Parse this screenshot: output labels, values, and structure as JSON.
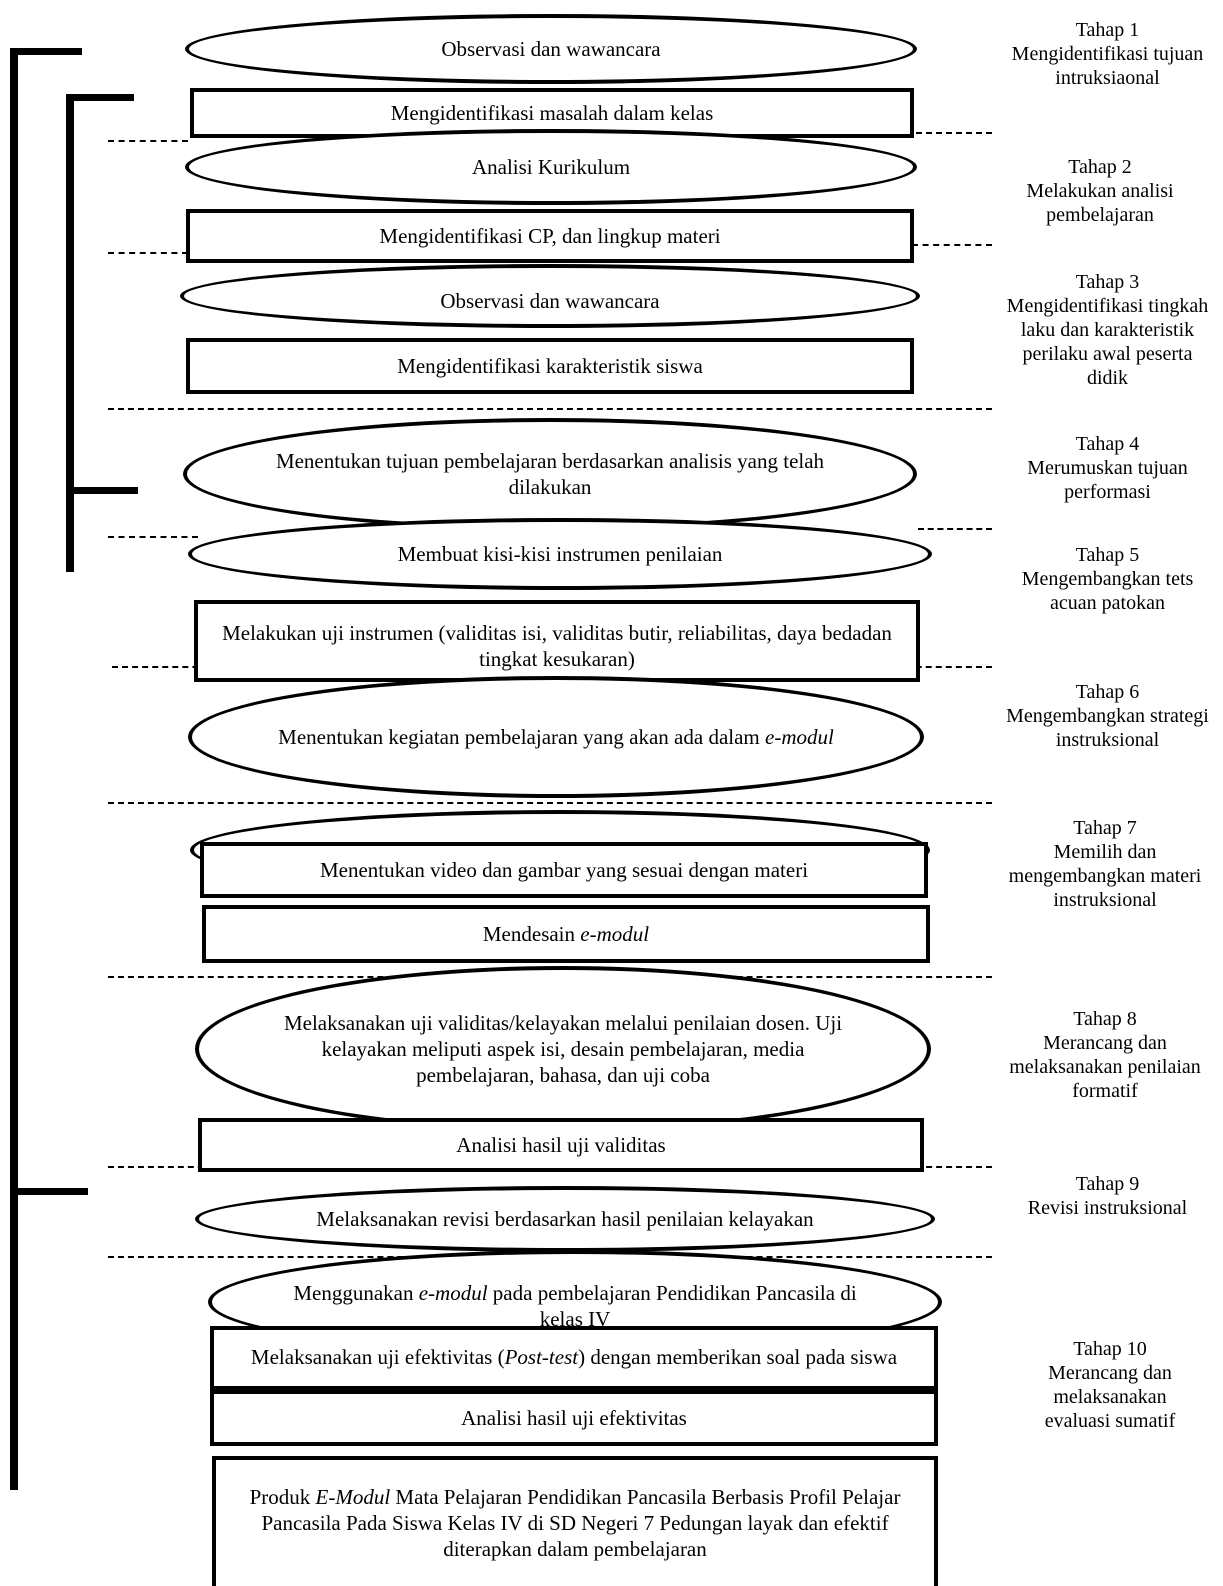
{
  "steps": {
    "s1": "Observasi dan wawancara",
    "s2": "Mengidentifikasi masalah dalam kelas",
    "s3": "Analisi Kurikulum",
    "s4": "Mengidentifikasi CP, dan lingkup materi",
    "s5": "Observasi dan wawancara",
    "s6": "Mengidentifikasi karakteristik siswa",
    "s7": "Menentukan tujuan pembelajaran berdasarkan analisis yang telah dilakukan",
    "s8": "Membuat kisi-kisi instrumen penilaian",
    "s9": "Melakukan uji instrumen (validitas isi, validitas butir, reliabilitas, daya bedadan tingkat kesukaran)",
    "s10_pre": "Menentukan kegiatan pembelajaran yang akan ada dalam ",
    "s10_em": "e-modul",
    "s11": "Menentukan video dan gambar yang sesuai dengan materi",
    "s12_pre": "Mendesain ",
    "s12_em": "e-modul",
    "s13": "Melaksanakan uji validitas/kelayakan melalui penilaian dosen. Uji kelayakan meliputi aspek isi, desain pembelajaran, media pembelajaran, bahasa, dan uji coba",
    "s14": "Analisi hasil uji validitas",
    "s15": "Melaksanakan revisi berdasarkan hasil penilaian kelayakan",
    "s16_pre": "Menggunakan ",
    "s16_em": "e-modul",
    "s16_post": " pada pembelajaran Pendidikan Pancasila di kelas IV",
    "s17_pre": "Melaksanakan uji efektivitas (",
    "s17_em": "Post-test",
    "s17_post": ") dengan memberikan soal pada siswa",
    "s18": "Analisi hasil uji efektivitas",
    "s19_pre": "Produk ",
    "s19_em": "E-Modul",
    "s19_post": " Mata Pelajaran Pendidikan Pancasila Berbasis Profil Pelajar Pancasila Pada Siswa Kelas IV di SD Negeri 7 Pedungan layak dan efektif diterapkan dalam pembelajaran"
  },
  "stages": [
    {
      "title": "Tahap 1",
      "desc": "Mengidentifikasi tujuan intruksiaonal"
    },
    {
      "title": "Tahap 2",
      "desc": "Melakukan analisi pembelajaran"
    },
    {
      "title": "Tahap 3",
      "desc": "Mengidentifikasi tingkah laku dan karakteristik perilaku awal peserta didik"
    },
    {
      "title": "Tahap 4",
      "desc": "Merumuskan tujuan performasi"
    },
    {
      "title": "Tahap 5",
      "desc": "Mengembangkan tets acuan patokan"
    },
    {
      "title": "Tahap 6",
      "desc": "Mengembangkan strategi instruksional"
    },
    {
      "title": "Tahap 7",
      "desc": "Memilih dan mengembangkan materi instruksional"
    },
    {
      "title": "Tahap 8",
      "desc": "Merancang dan melaksanakan penilaian formatif"
    },
    {
      "title": "Tahap 9",
      "desc": "Revisi instruksional"
    },
    {
      "title": "Tahap 10",
      "desc": "Merancang dan melaksanakan evaluasi sumatif"
    }
  ]
}
